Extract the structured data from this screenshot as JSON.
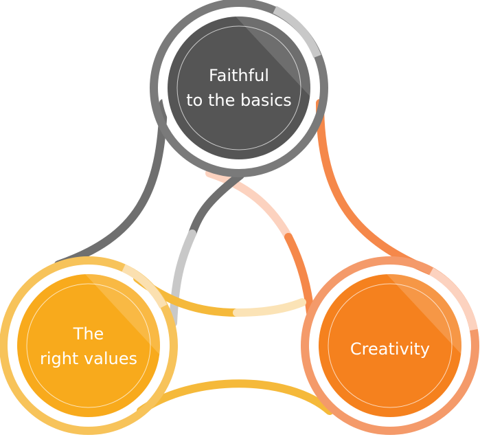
{
  "diagram": {
    "nodes": [
      {
        "id": "basics",
        "lines": [
          "Faithful",
          "to the basics"
        ],
        "color": "#555555",
        "ring_color": "#7a7a7a",
        "accent_color": "#c8c8c8"
      },
      {
        "id": "values",
        "lines": [
          "The",
          "right values"
        ],
        "color": "#f8aa1c",
        "ring_color": "#f7c35a",
        "accent_color": "#fbe0b0"
      },
      {
        "id": "creativity",
        "lines": [
          "Creativity"
        ],
        "color": "#f5811e",
        "ring_color": "#f49a6a",
        "accent_color": "#fcd2bf"
      }
    ],
    "connector_colors": {
      "gray": "#6f6f6f",
      "light_gray": "#c8c8c8",
      "orange": "#f5884a",
      "light_orange": "#fcd2bf",
      "yellow": "#f5b93a",
      "light_yellow": "#fbe3b6"
    }
  }
}
